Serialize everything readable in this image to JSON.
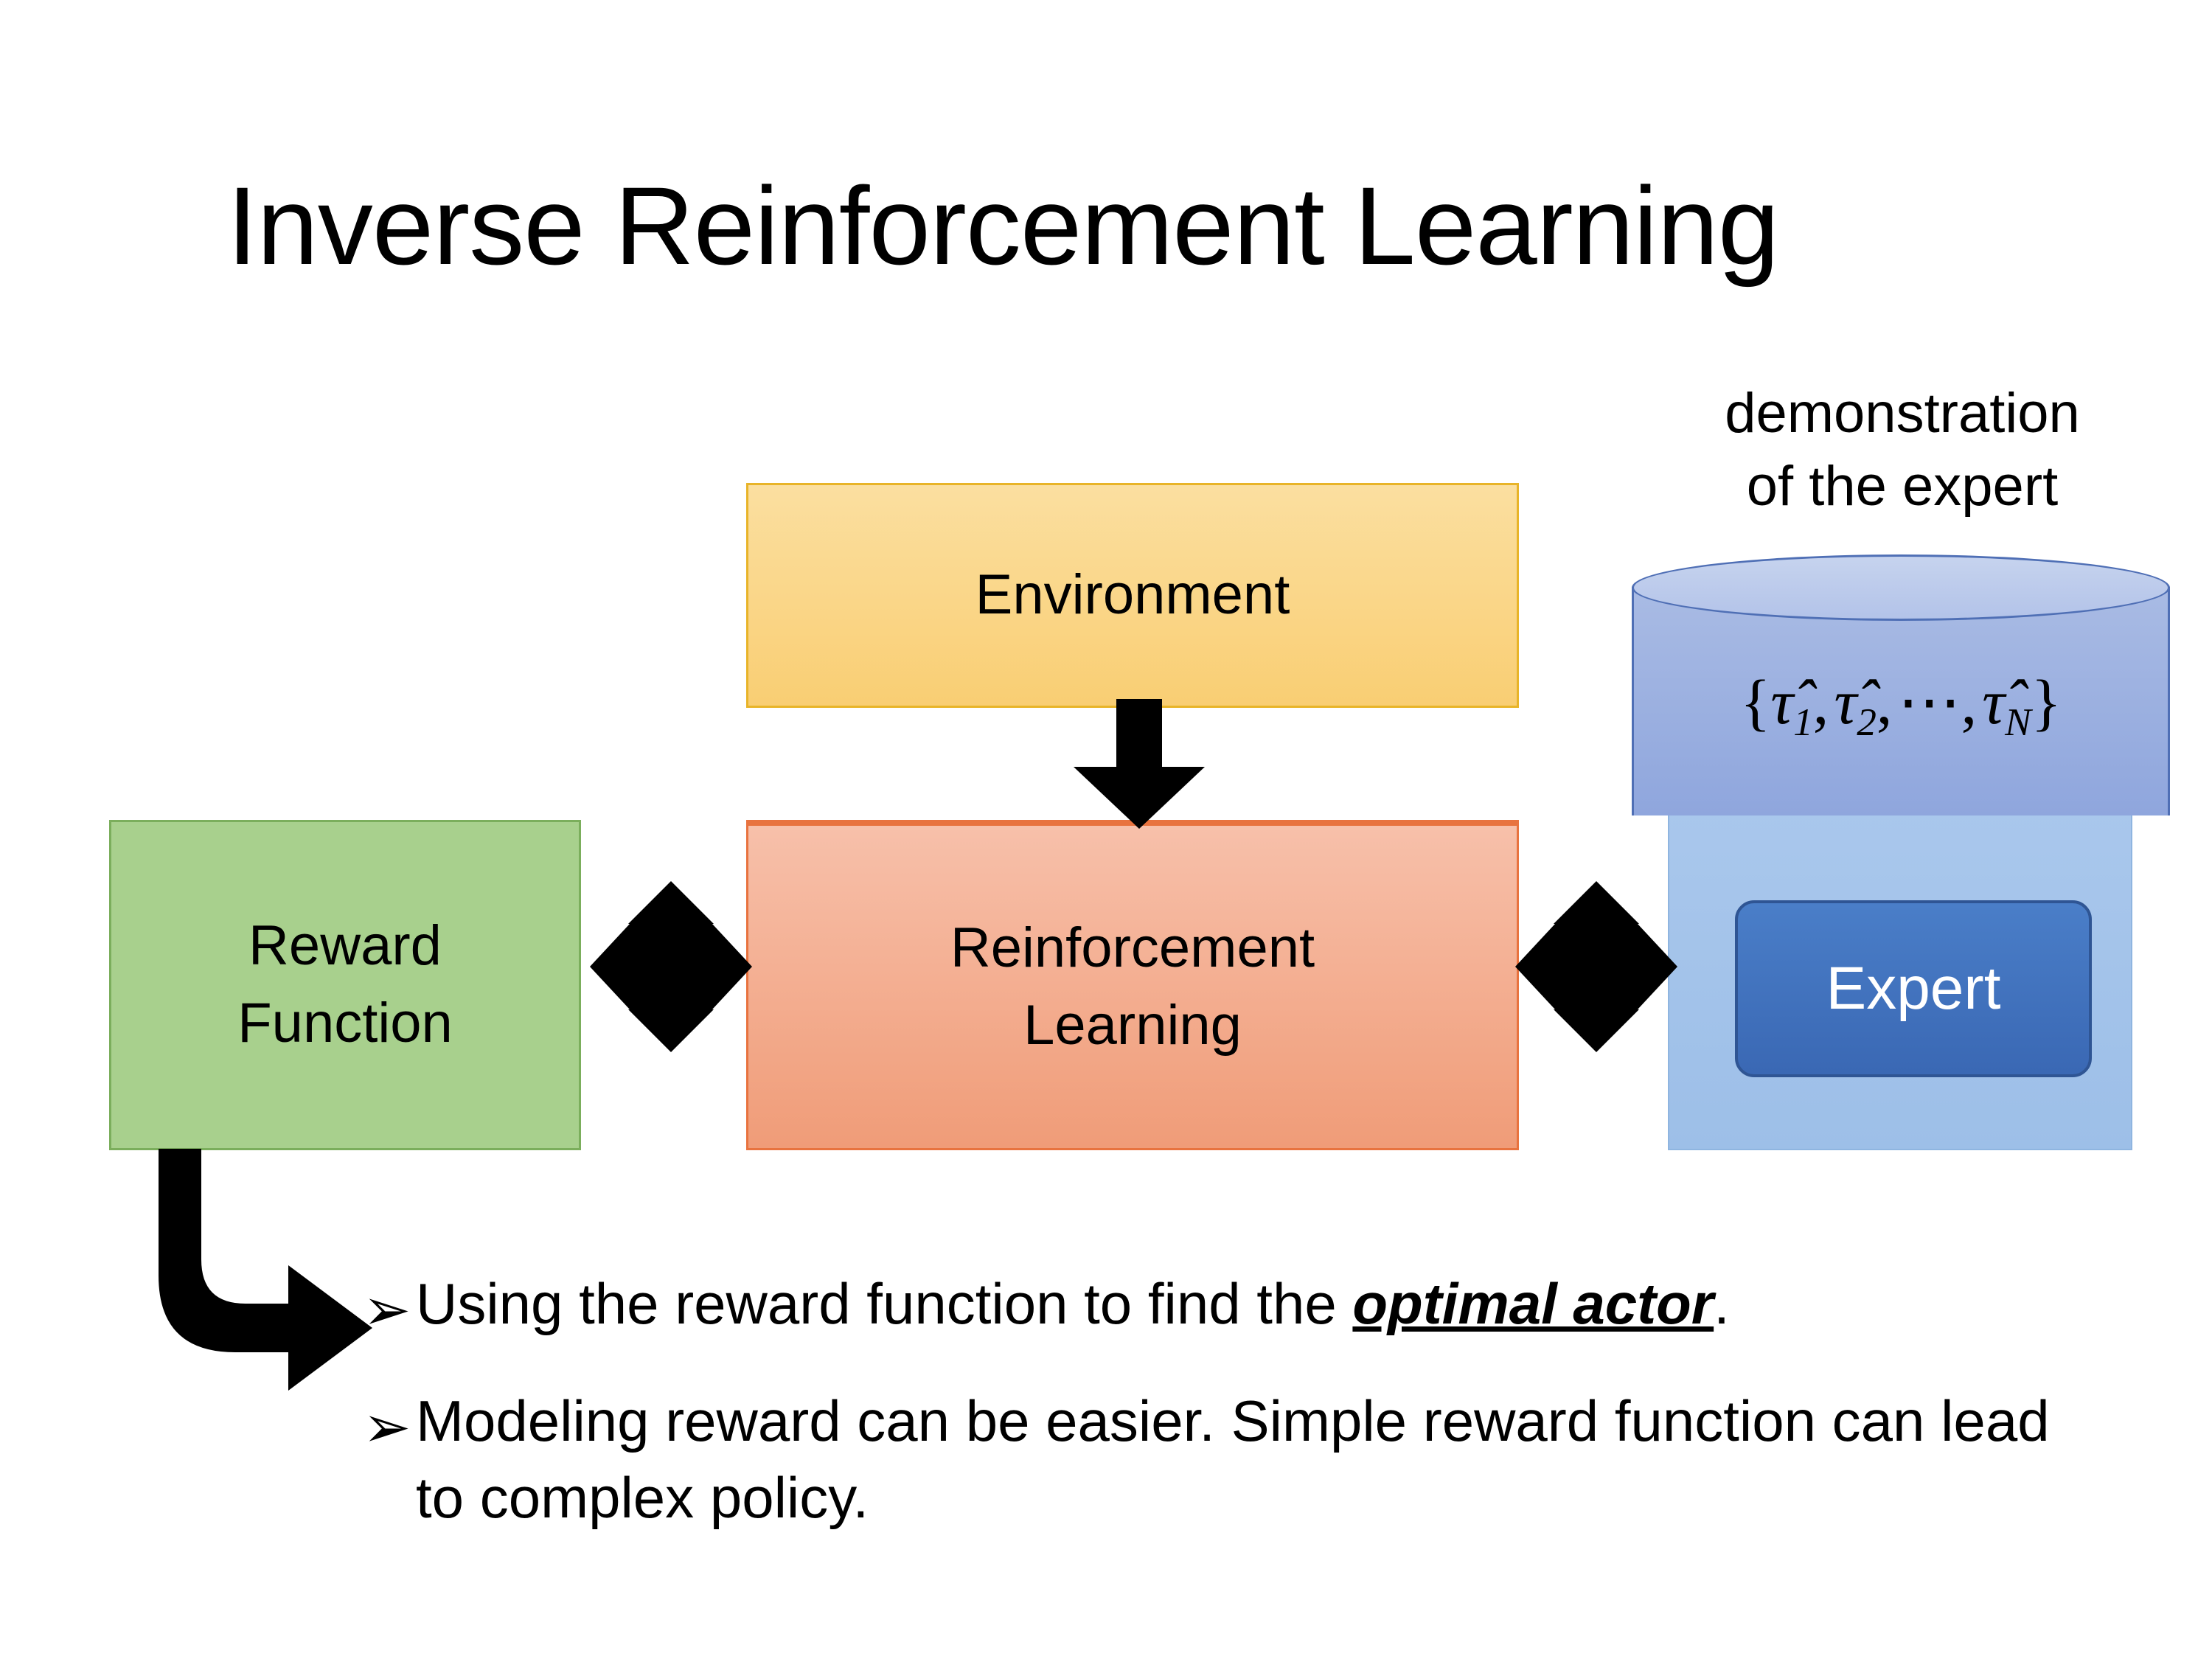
{
  "slide": {
    "title": "Inverse Reinforcement Learning",
    "background_color": "#FFFFFF"
  },
  "diagram": {
    "environment_box": {
      "label": "Environment",
      "fill_color": "#F9CE73",
      "border_color": "#E8B429"
    },
    "reinforcement_learning_box": {
      "label_line1": "Reinforcement",
      "label_line2": "Learning",
      "fill_color": "#F2A481",
      "border_color": "#E8733F"
    },
    "reward_function_box": {
      "label_line1": "Reward",
      "label_line2": "Function",
      "fill_color": "#A8D08D",
      "border_color": "#7BAE5C"
    },
    "demonstration": {
      "caption_line1": "demonstration",
      "caption_line2": "of the expert",
      "cylinder_formula_open": "{",
      "cylinder_formula_terms": "τ̂1, τ̂2, ⋯, τ̂N",
      "cylinder_fill_color": "#98ADE0",
      "cylinder_border_color": "#4F6FB5"
    },
    "expert_box": {
      "label": "Expert",
      "fill_color": "#3A68B4",
      "border_color": "#2F5594",
      "text_color": "#FFFFFF"
    },
    "expert_panel": {
      "fill_color": "#A3C2EA"
    },
    "arrows": {
      "environment_to_rl": "down-arrow",
      "reward_rl_link": "quad-arrow",
      "rl_expert_link": "quad-arrow",
      "reward_to_bullets": "elbow-arrow",
      "color": "#000000"
    }
  },
  "bullets": [
    {
      "marker": "➢",
      "text_before": "Using the reward function to find the ",
      "emphasis": "optimal actor",
      "text_after": "."
    },
    {
      "marker": "➢",
      "text_before": "Modeling reward can be easier. Simple reward function can lead to complex policy.",
      "emphasis": "",
      "text_after": ""
    }
  ],
  "formula": {
    "tau1": "τ̂",
    "sub1": "1",
    "tau2": "τ̂",
    "sub2": "2",
    "ellipsis": "⋯",
    "tauN": "τ̂",
    "subN": "N",
    "open_brace": "{",
    "close_brace": "}",
    "comma": ","
  }
}
